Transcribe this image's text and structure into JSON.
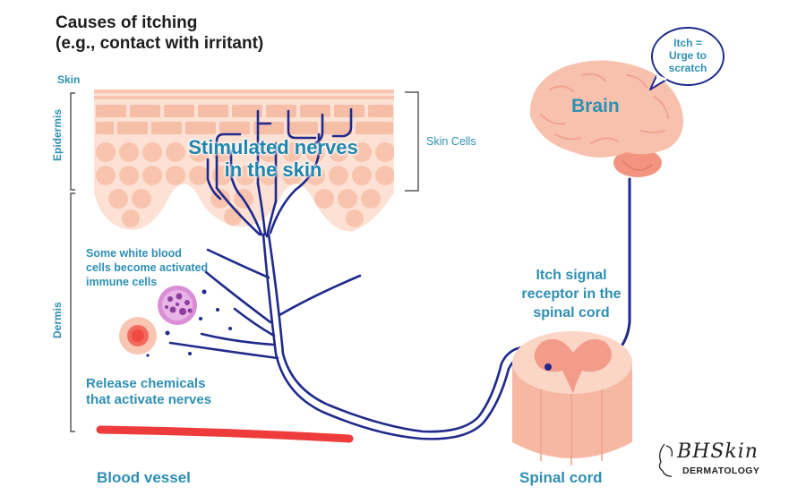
{
  "title_line1": "Causes of itching",
  "title_line2": "(e.g., contact with irritant)",
  "labels": {
    "skin": "Skin",
    "epidermis": "Epidermis",
    "dermis": "Dermis",
    "skin_cells": "Skin Cells",
    "stimulated_line1": "Stimulated nerves",
    "stimulated_line2": "in the skin",
    "wbc_line1": "Some white blood",
    "wbc_line2": "cells become activated",
    "wbc_line3": "immune cells",
    "release_line1": "Release chemicals",
    "release_line2": "that activate nerves",
    "blood_vessel": "Blood vessel",
    "brain": "Brain",
    "bubble_line1": "Itch =",
    "bubble_line2": "Urge to",
    "bubble_line3": "scratch",
    "receptor_line1": "Itch signal",
    "receptor_line2": "receptor in the",
    "receptor_line3": "spinal cord",
    "spinal_cord": "Spinal cord"
  },
  "logo": {
    "brand": "BHSkin",
    "sub": "DERMATOLOGY"
  },
  "colors": {
    "label_blue": "#2f8fb3",
    "nerve_navy": "#1f2a8c",
    "skin_pink": "#f6c3ae",
    "blood_red": "#ee3b3b"
  }
}
